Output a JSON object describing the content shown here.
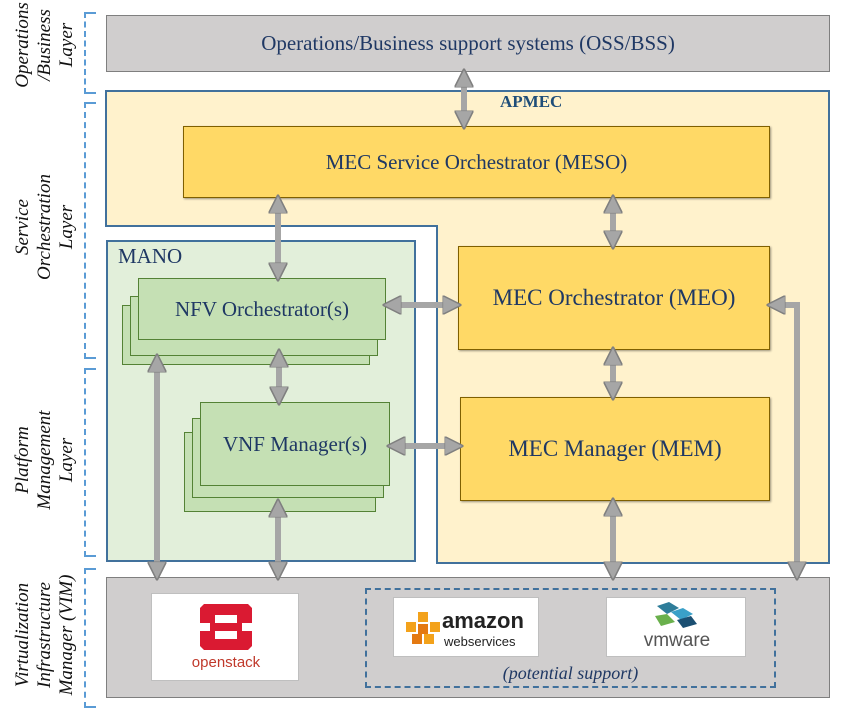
{
  "layers": {
    "operations": [
      "Operations",
      "/Business",
      "Layer"
    ],
    "service": [
      "Service",
      "Orchestration",
      "Layer"
    ],
    "platform": [
      "Platform",
      "Management",
      "Layer"
    ],
    "virtualization": [
      "Virtualization",
      "Infrastructure",
      "Manager (VIM)"
    ]
  },
  "oss": {
    "label": "Operations/Business support systems (OSS/BSS)"
  },
  "apmec": {
    "label": "APMEC"
  },
  "meso": {
    "label": "MEC Service Orchestrator (MESO)"
  },
  "mano": {
    "label": "MANO"
  },
  "nfvo": {
    "label": "NFV Orchestrator(s)"
  },
  "vnfm": {
    "label": "VNF Manager(s)"
  },
  "meo": {
    "label": "MEC Orchestrator (MEO)"
  },
  "mem": {
    "label": "MEC Manager (MEM)"
  },
  "vim": {
    "openstack": "openstack",
    "amazon_main": "amazon",
    "amazon_sub": "webservices",
    "vmware": "vmware",
    "potential": "(potential support)"
  },
  "colors": {
    "oss_fill": "#d0cece",
    "apmec_fill": "#fff2cc",
    "mec_box": "#ffd966",
    "mano_fill": "#e2efda",
    "nfv_box": "#c5e0b4",
    "border": "#41719c",
    "arrow": "#a6a6a6"
  }
}
